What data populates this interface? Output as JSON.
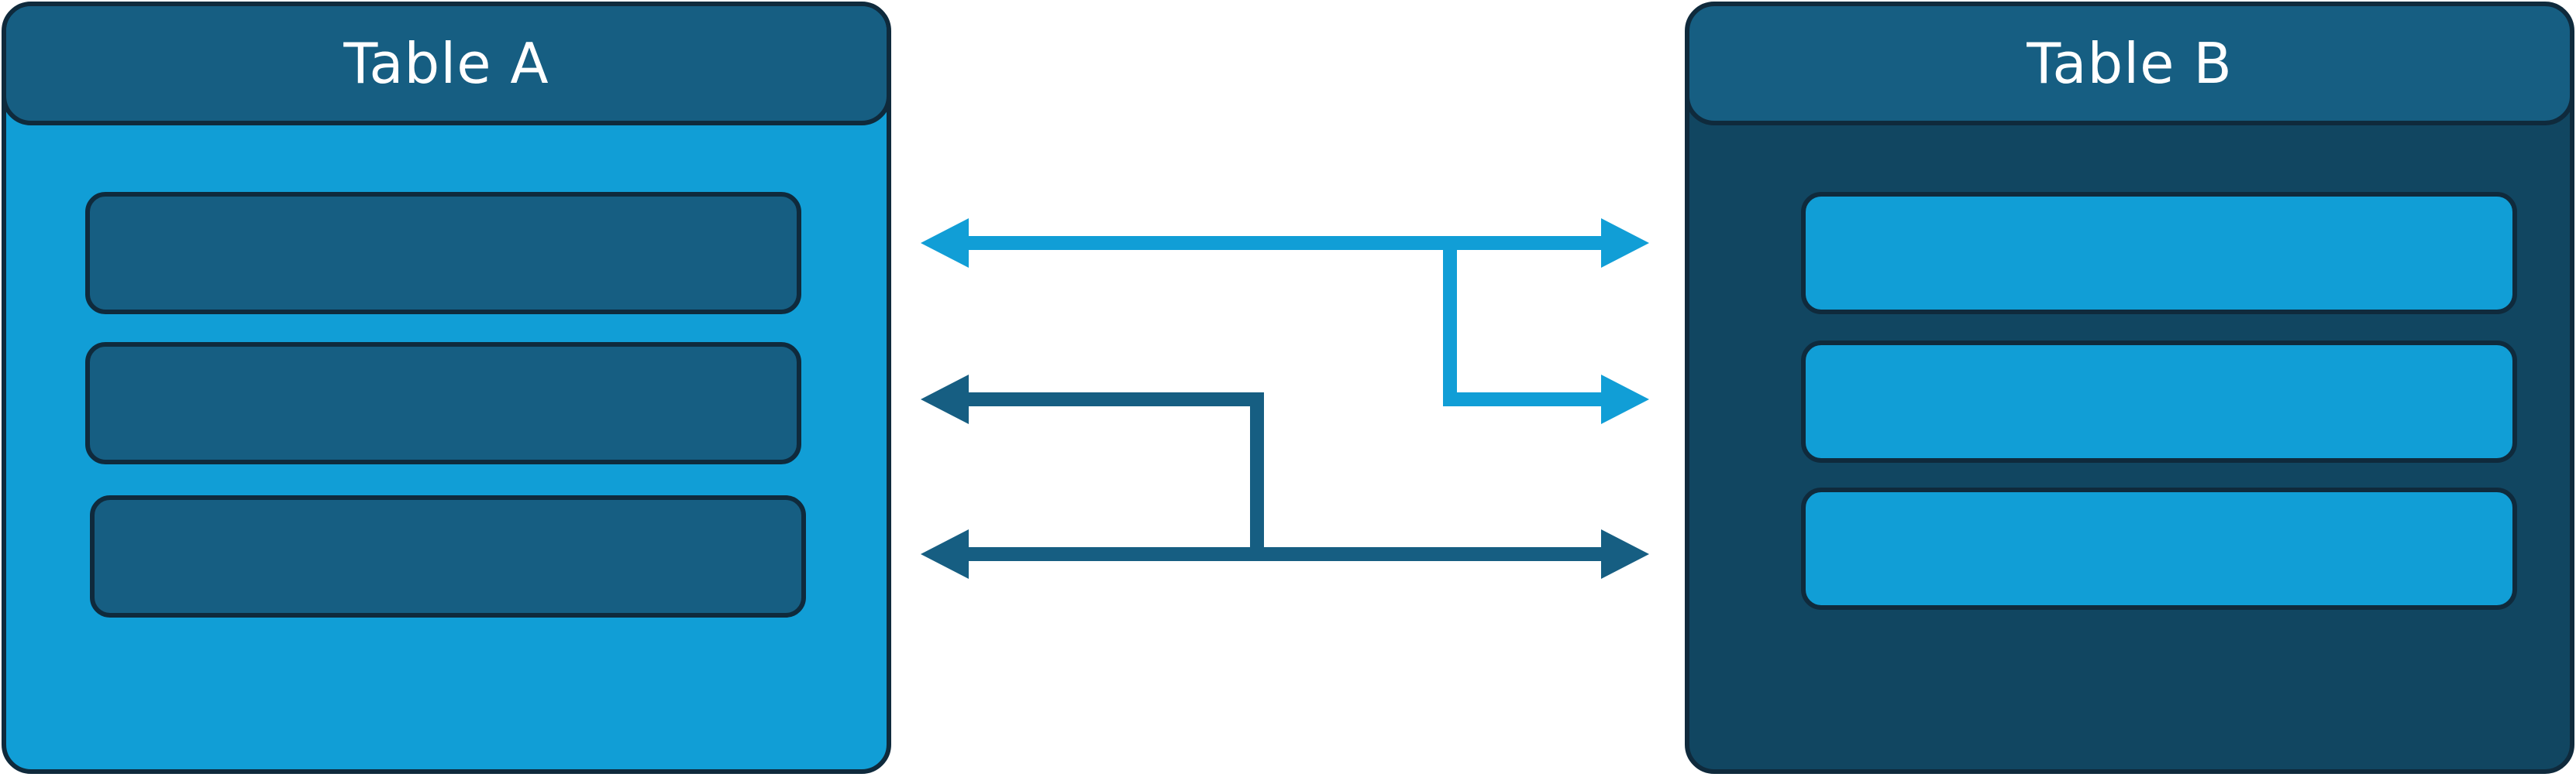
{
  "colors": {
    "table_a_body": "#119ed6",
    "table_a_header": "#165e82",
    "table_a_rows": "#165e82",
    "table_b_body": "#114661",
    "table_b_header": "#165e82",
    "table_b_rows": "#119ed6",
    "outline": "#0f2a3c",
    "connector_light": "#119ed6",
    "connector_dark": "#165e82"
  },
  "table_a": {
    "title": "Table A",
    "rows": [
      "",
      "",
      ""
    ]
  },
  "table_b": {
    "title": "Table B",
    "rows": [
      "",
      "",
      ""
    ]
  },
  "connectors": [
    {
      "name": "connector-row1-to-rows1-2",
      "color": "connector_light",
      "from_row": 1,
      "to_rows": [
        1,
        2
      ],
      "bidirectional": true
    },
    {
      "name": "connector-rows2-3-to-row3",
      "color": "connector_dark",
      "from_rows": [
        2,
        3
      ],
      "to_row": 3,
      "bidirectional": true
    }
  ]
}
